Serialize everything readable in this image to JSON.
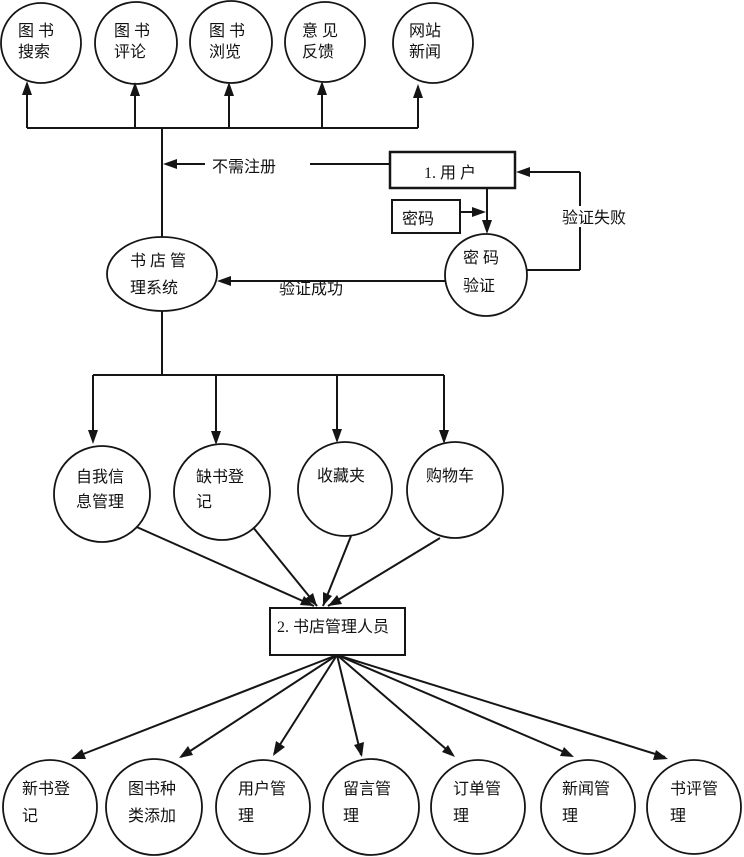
{
  "colors": {
    "stroke": "#151515",
    "node_fill": "#ffffff",
    "background": "#ffffff"
  },
  "diagram": {
    "guest_features": [
      {
        "line1": "图 书",
        "line2": "搜索"
      },
      {
        "line1": "图 书",
        "line2": "评论"
      },
      {
        "line1": "图 书",
        "line2": "浏览"
      },
      {
        "line1": "意 见",
        "line2": "反馈"
      },
      {
        "line1": "网站",
        "line2": "新闻"
      }
    ],
    "user_entity": {
      "label": "1. 用 户"
    },
    "password_store": {
      "label": "密码"
    },
    "password_verify": {
      "line1": "密 码",
      "line2": "验证"
    },
    "system": {
      "line1": "书 店 管",
      "line2": "理系统"
    },
    "edge_labels": {
      "no_register": "不需注册",
      "verify_fail": "验证失败",
      "verify_success": "验证成功"
    },
    "member_features": [
      {
        "line1": "自我信",
        "line2": "息管理"
      },
      {
        "line1": "缺书登",
        "line2": "记"
      },
      {
        "line1": "收藏夹"
      },
      {
        "line1": "购物车"
      }
    ],
    "admin_entity": {
      "label": "2. 书店管理人员"
    },
    "admin_features": [
      {
        "line1": "新书登",
        "line2": "记"
      },
      {
        "line1": "图书种",
        "line2": "类添加"
      },
      {
        "line1": "用户管",
        "line2": "理"
      },
      {
        "line1": "留言管",
        "line2": "理"
      },
      {
        "line1": "订单管",
        "line2": "理"
      },
      {
        "line1": "新闻管",
        "line2": "理"
      },
      {
        "line1": "书评管",
        "line2": "理"
      }
    ]
  }
}
